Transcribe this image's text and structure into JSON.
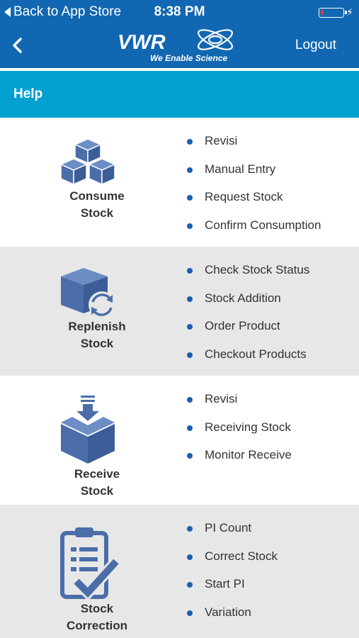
{
  "status": {
    "back_label": "Back to App Store",
    "time": "8:38 PM"
  },
  "nav": {
    "logo_text": "VWR",
    "logo_tagline": "We Enable Science",
    "logout_label": "Logout"
  },
  "help": {
    "title": "Help"
  },
  "colors": {
    "header": "#1167b1",
    "help_bar": "#00a0cf",
    "icon_blue": "#4b6ea8",
    "bullet": "#1a5fb4",
    "grey_row": "#e7e7e7"
  },
  "sections": [
    {
      "icon": "cubes-icon",
      "label_line1": "Consume",
      "label_line2": "Stock",
      "items": [
        "Revisi",
        "Manual Entry",
        "Request Stock",
        "Confirm Consumption"
      ]
    },
    {
      "icon": "box-refresh-icon",
      "label_line1": "Replenish",
      "label_line2": "Stock",
      "items": [
        "Check Stock Status",
        "Stock Addition",
        "Order Product",
        "Checkout Products"
      ]
    },
    {
      "icon": "box-download-icon",
      "label_line1": "Receive",
      "label_line2": "Stock",
      "items": [
        "Revisi",
        "Receiving Stock",
        "Monitor Receive"
      ]
    },
    {
      "icon": "clipboard-check-icon",
      "label_line1": "Stock",
      "label_line2": "Correction",
      "items": [
        "PI Count",
        "Correct Stock",
        "Start PI",
        "Variation"
      ]
    }
  ]
}
